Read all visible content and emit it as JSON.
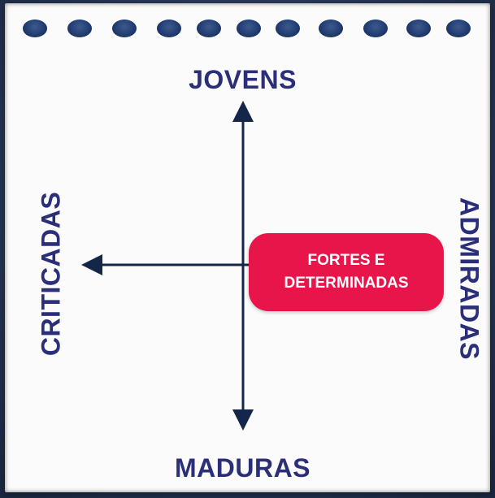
{
  "diagram": {
    "axes": {
      "top": "JOVENS",
      "bottom": "MADURAS",
      "left": "CRITICADAS",
      "right": "ADMIRADAS"
    },
    "highlight": {
      "text": "FORTES E DETERMINADAS"
    }
  },
  "colors": {
    "axis_label": "#2b2f7a",
    "arrow": "#14264a",
    "highlight_bg": "#e8154b",
    "paper": "#fbfbfb",
    "binding_holes": "#1f3a6e"
  }
}
